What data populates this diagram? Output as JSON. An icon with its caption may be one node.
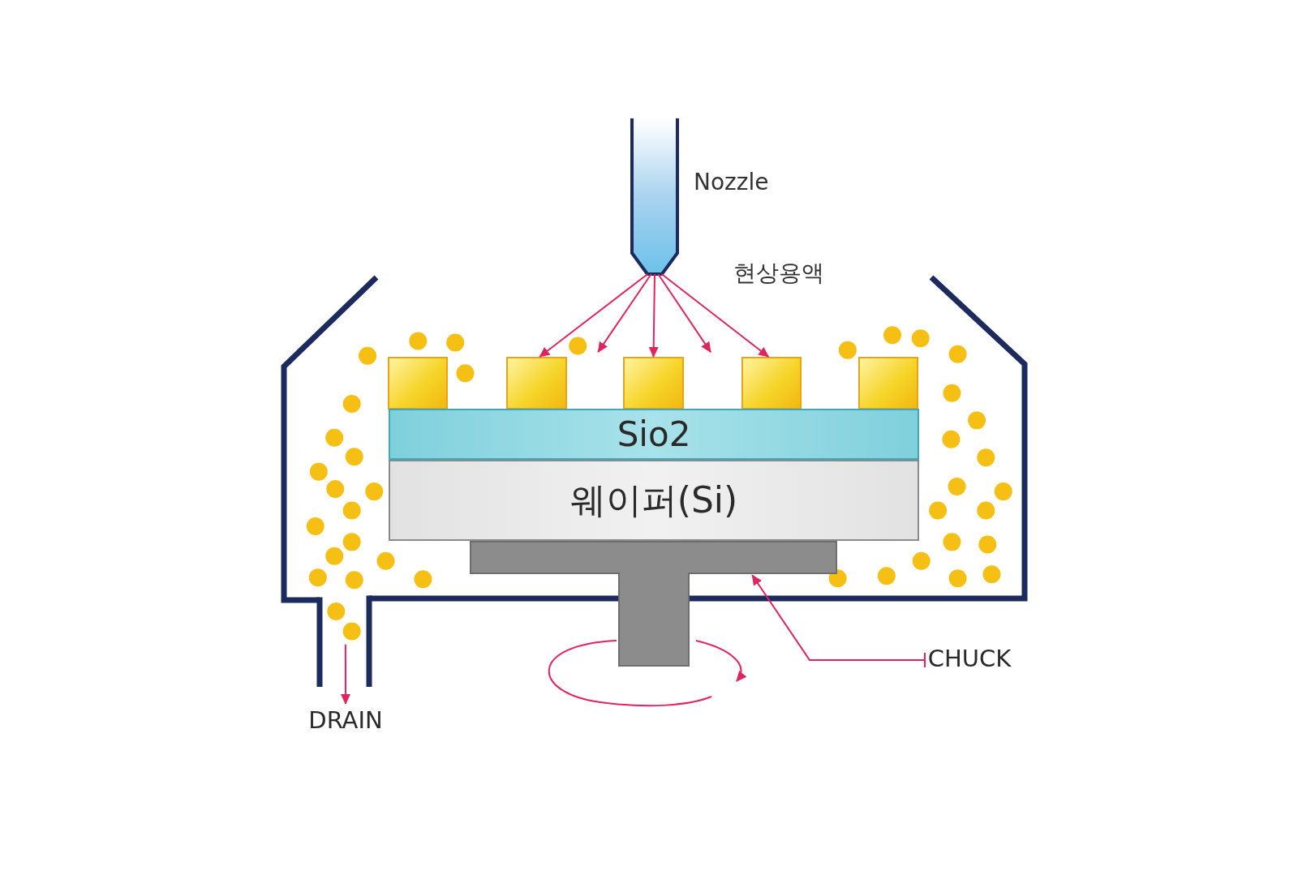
{
  "diagram": {
    "nodes": [
      {
        "text": [],
        "shape": "picture",
        "beside": [
          "Nozzle"
        ]
      },
      {
        "text": [],
        "shape": "box"
      },
      {
        "text": [],
        "shape": "box"
      },
      {
        "text": [],
        "shape": "box"
      },
      {
        "text": [],
        "shape": "box"
      },
      {
        "text": [],
        "shape": "box"
      },
      {
        "text": [
          "Sio2"
        ]
      },
      {
        "text": [
          "웨이퍼(Si)"
        ]
      },
      {
        "text": [],
        "shape": "picture"
      },
      {
        "text": [
          "CHUCK"
        ]
      },
      {
        "text": [
          "DRAIN"
        ]
      },
      {
        "text": [],
        "shape": "picture"
      }
    ],
    "edges": [
      {
        "from": 0,
        "to": 2,
        "arrow": "to"
      },
      {
        "from": 0,
        "to": 2,
        "arrow": "to"
      },
      {
        "from": 0,
        "to": 3,
        "arrow": "to"
      },
      {
        "from": 0,
        "to": 3,
        "arrow": "to"
      },
      {
        "from": 0,
        "to": 4,
        "arrow": "to"
      },
      {
        "from": 9,
        "to": 11,
        "arrow": "to"
      },
      {
        "from": 8,
        "to": 10,
        "arrow": "to"
      }
    ],
    "labels": [
      "현상용액"
    ]
  }
}
